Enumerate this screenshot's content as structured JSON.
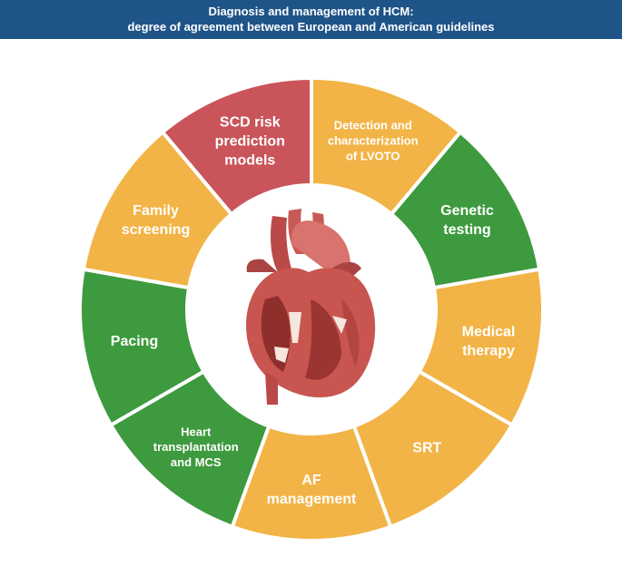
{
  "header": {
    "title_line1": "Diagnosis and management of HCM:",
    "title_line2": "degree of agreement between European and American guidelines"
  },
  "colors": {
    "header_bg": "#1f5488",
    "green": "#3d9a3e",
    "yellow": "#f2b446",
    "red": "#c9545a",
    "divider": "#ffffff"
  },
  "center_icon": "anatomical-heart-icon",
  "segments": [
    {
      "lines": [
        "Detection and",
        "characterization",
        "of LVOTO"
      ],
      "status": "yellow"
    },
    {
      "lines": [
        "Genetic",
        "testing"
      ],
      "status": "green"
    },
    {
      "lines": [
        "Medical",
        "therapy"
      ],
      "status": "yellow"
    },
    {
      "lines": [
        "SRT"
      ],
      "status": "yellow"
    },
    {
      "lines": [
        "AF",
        "management"
      ],
      "status": "yellow"
    },
    {
      "lines": [
        "Heart",
        "transplantation",
        "and MCS"
      ],
      "status": "green"
    },
    {
      "lines": [
        "Pacing"
      ],
      "status": "green"
    },
    {
      "lines": [
        "Family",
        "screening"
      ],
      "status": "yellow"
    },
    {
      "lines": [
        "SCD risk",
        "prediction",
        "models"
      ],
      "status": "red"
    }
  ]
}
